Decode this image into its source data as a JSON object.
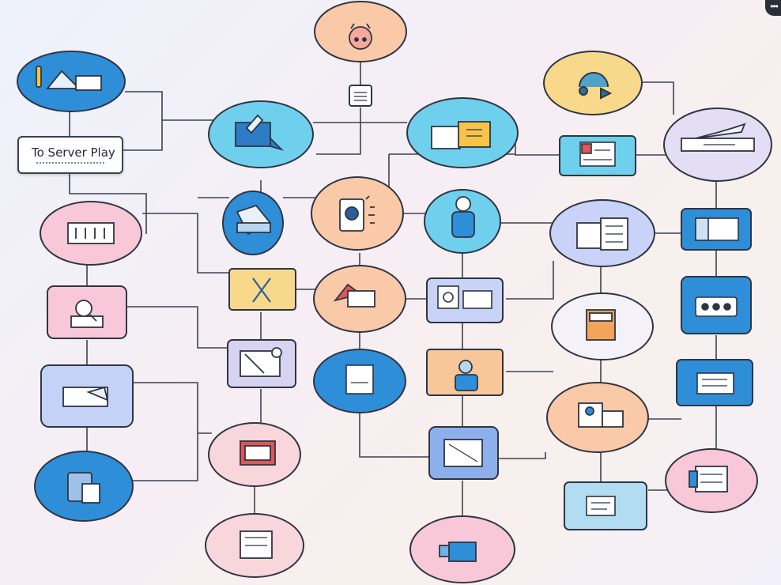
{
  "label_card": {
    "title": "To Server Play"
  },
  "menu": {
    "more": "•••"
  },
  "colors": {
    "blue": "#2e8fd8",
    "sky": "#6fd0ee",
    "lavender": "#d9d3f2",
    "periwinkle": "#b9c8f6",
    "pink": "#f8c8d8",
    "peach": "#f9c9a8",
    "yellow": "#f8d98c",
    "orange_card": "#f7c79a",
    "stroke": "#2f3542",
    "edge": "#3b4250"
  },
  "nodes": [
    {
      "id": "n-top-pig",
      "shape": "oval",
      "color": "peach",
      "icon": "pig-icon"
    },
    {
      "id": "n-blue-top-left",
      "shape": "oval",
      "color": "blue",
      "icon": "document-stack-icon"
    },
    {
      "id": "n-gold-right",
      "shape": "oval",
      "color": "yellow",
      "icon": "cloud-arrow-icon"
    },
    {
      "id": "n-sky-chat",
      "shape": "oval",
      "color": "sky",
      "icon": "chat-bubble-icon"
    },
    {
      "id": "n-sky-book",
      "shape": "oval",
      "color": "sky",
      "icon": "book-icon"
    },
    {
      "id": "n-lavender-tray",
      "shape": "oval",
      "color": "lavender",
      "icon": "tray-icon"
    },
    {
      "id": "n-blue-device",
      "shape": "rect",
      "color": "sky",
      "icon": "device-icon"
    },
    {
      "id": "n-small-box",
      "shape": "rect",
      "color": "white",
      "icon": "window-icon"
    },
    {
      "id": "n-pink-tools",
      "shape": "oval",
      "color": "pink",
      "icon": "toolbox-icon"
    },
    {
      "id": "n-blue-folder",
      "shape": "oval",
      "color": "blue",
      "icon": "folder-icon"
    },
    {
      "id": "n-peach-camera",
      "shape": "oval",
      "color": "peach",
      "icon": "camera-icon"
    },
    {
      "id": "n-sky-person",
      "shape": "oval",
      "color": "sky",
      "icon": "person-icon"
    },
    {
      "id": "n-peri-cabinet",
      "shape": "oval",
      "color": "periwinkle",
      "icon": "cabinet-icon"
    },
    {
      "id": "n-blue-card-right",
      "shape": "rect",
      "color": "blue",
      "icon": "card-icon"
    },
    {
      "id": "n-yellow-tool",
      "shape": "rect",
      "color": "yellow",
      "icon": "scissors-icon"
    },
    {
      "id": "n-peach-envelope",
      "shape": "oval",
      "color": "peach",
      "icon": "envelope-icon"
    },
    {
      "id": "n-lav-monitor",
      "shape": "rect",
      "color": "periwinkle",
      "icon": "monitor-icon"
    },
    {
      "id": "n-pink-search",
      "shape": "rect",
      "color": "pink",
      "icon": "search-user-icon"
    },
    {
      "id": "n-white-tablet",
      "shape": "oval",
      "color": "white",
      "icon": "tablet-icon"
    },
    {
      "id": "n-blue-dots",
      "shape": "rect",
      "color": "blue",
      "icon": "keypad-icon"
    },
    {
      "id": "n-lav-media",
      "shape": "rect",
      "color": "lavender",
      "icon": "media-icon"
    },
    {
      "id": "n-blue-doc",
      "shape": "oval",
      "color": "blue",
      "icon": "doc-icon"
    },
    {
      "id": "n-orange-user",
      "shape": "rect",
      "color": "orange_card",
      "icon": "user-icon"
    },
    {
      "id": "n-blue-server",
      "shape": "rect",
      "color": "blue",
      "icon": "server-icon"
    },
    {
      "id": "n-peri-paper",
      "shape": "rect",
      "color": "periwinkle",
      "icon": "paper-icon"
    },
    {
      "id": "n-peach-screen",
      "shape": "oval",
      "color": "peach",
      "icon": "screen-icon"
    },
    {
      "id": "n-pink-window",
      "shape": "oval",
      "color": "pink",
      "icon": "window-icon"
    },
    {
      "id": "n-blue-printer",
      "shape": "rect",
      "color": "periwinkle",
      "icon": "printer-icon"
    },
    {
      "id": "n-blue-bag",
      "shape": "oval",
      "color": "blue",
      "icon": "bag-icon"
    },
    {
      "id": "n-pink-rack",
      "shape": "oval",
      "color": "pink",
      "icon": "rack-icon"
    },
    {
      "id": "n-sky-message",
      "shape": "rect",
      "color": "sky",
      "icon": "message-icon"
    },
    {
      "id": "n-pink-display",
      "shape": "oval",
      "color": "pink",
      "icon": "display-icon"
    },
    {
      "id": "n-pink-camera",
      "shape": "oval",
      "color": "pink",
      "icon": "video-icon"
    }
  ]
}
